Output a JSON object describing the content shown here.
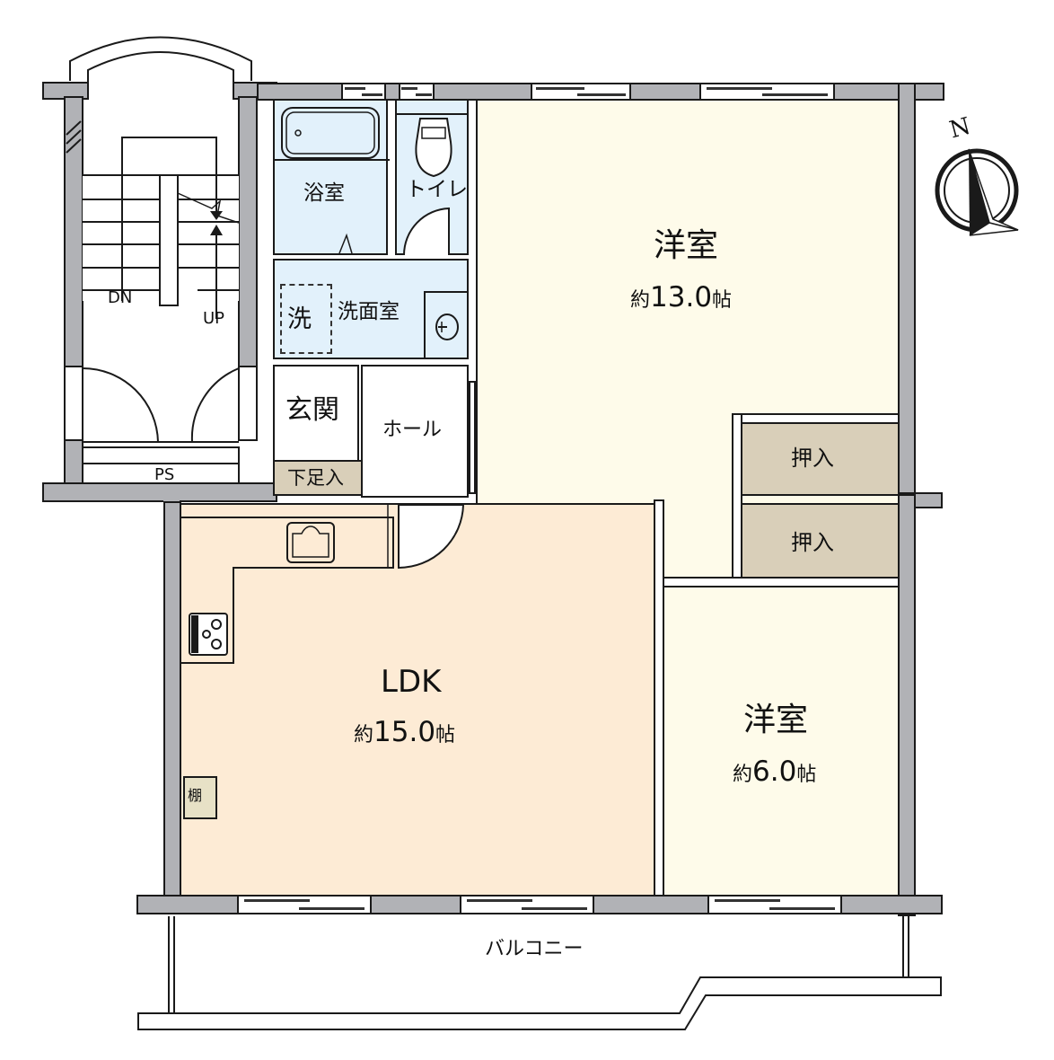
{
  "plan": {
    "colors": {
      "wall": "#b1b2b6",
      "wet_area": "#e2f1fb",
      "ldk": "#fdebd5",
      "western_room": "#fefbea",
      "storage": "#d9cfb9",
      "line": "#1a1a1a"
    },
    "compass": {
      "label": "N"
    },
    "stair": {
      "down_label": "DN",
      "up_label": "UP",
      "ps_label": "PS"
    },
    "rooms": {
      "bath": {
        "name": "浴室"
      },
      "toilet": {
        "name": "トイレ"
      },
      "washroom": {
        "name": "洗面室",
        "washer_label": "洗"
      },
      "entrance": {
        "name": "玄関",
        "shoe_storage": "下足入"
      },
      "hall": {
        "name": "ホール"
      },
      "western_large": {
        "name": "洋室",
        "area_prefix": "約",
        "area_value": "13.0",
        "area_unit": "帖"
      },
      "closet_upper": {
        "name": "押入"
      },
      "closet_lower": {
        "name": "押入"
      },
      "ldk": {
        "name": "LDK",
        "area_prefix": "約",
        "area_value": "15.0",
        "area_unit": "帖",
        "shelf_label": "棚"
      },
      "western_small": {
        "name": "洋室",
        "area_prefix": "約",
        "area_value": "6.0",
        "area_unit": "帖"
      },
      "balcony": {
        "name": "バルコニー"
      }
    }
  }
}
